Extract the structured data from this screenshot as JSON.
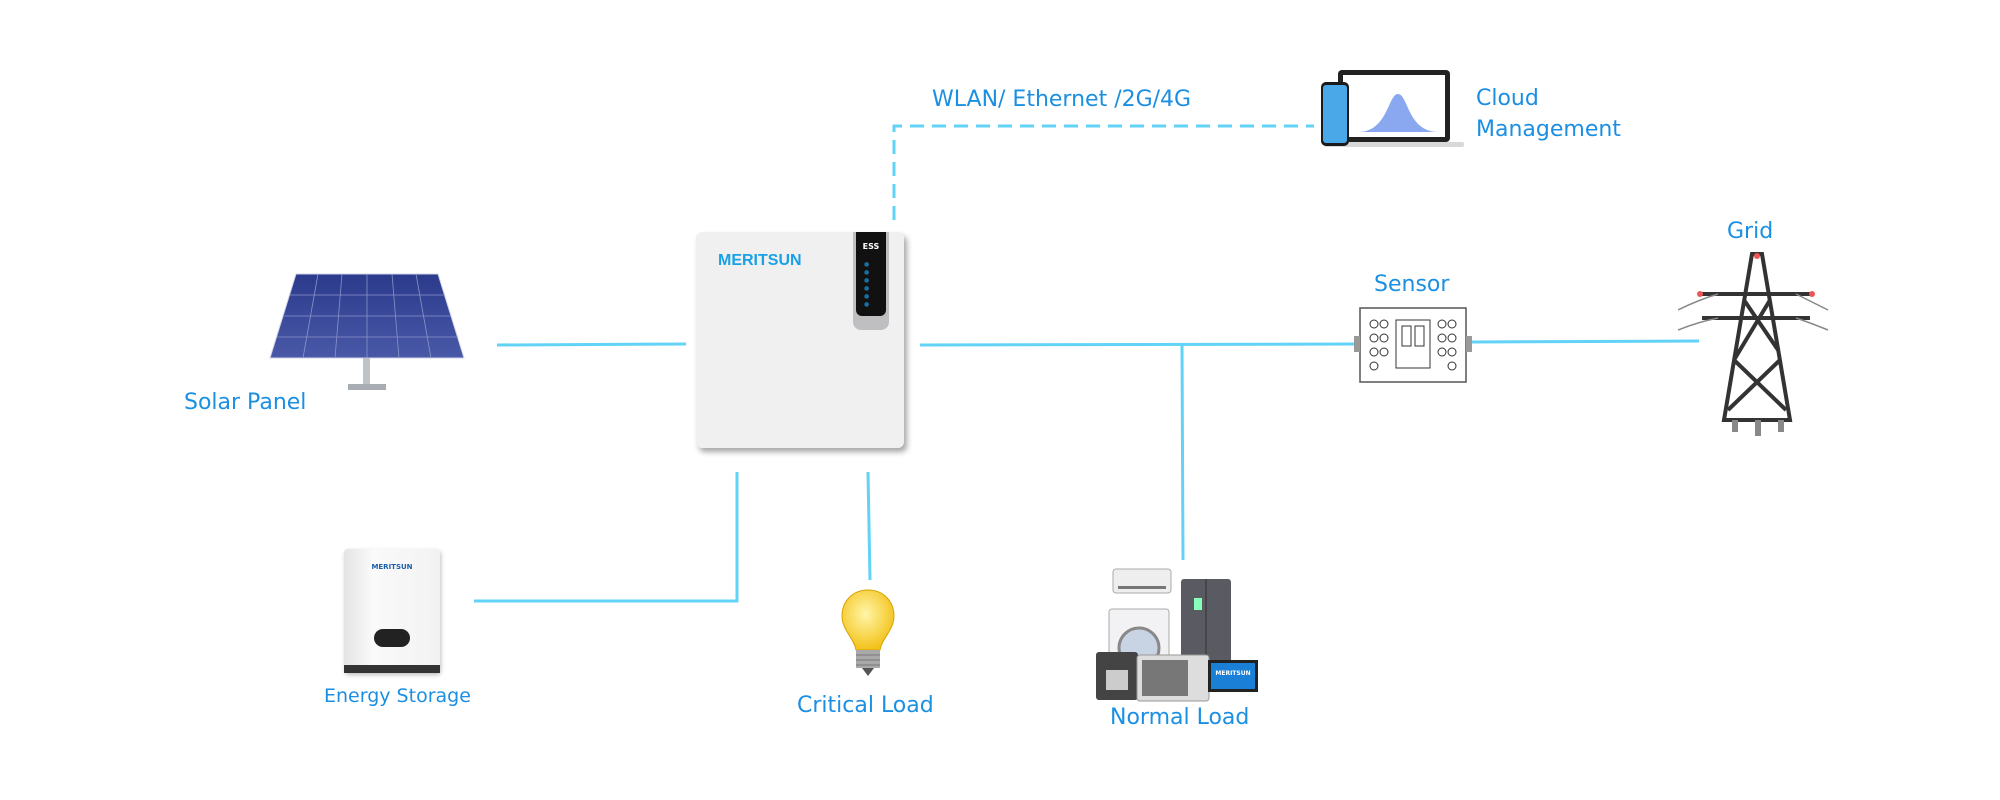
{
  "colors": {
    "line": "#62d3f6",
    "label": "#1b8fe2",
    "brand": "#1aa0e6"
  },
  "labels": {
    "comm": "WLAN/ Ethernet /2G/4G",
    "cloud_line1": "Cloud",
    "cloud_line2": "Management",
    "solar": "Solar Panel",
    "sensor": "Sensor",
    "grid": "Grid",
    "storage": "Energy Storage",
    "critical": "Critical Load",
    "normal": "Normal Load"
  },
  "inverter": {
    "brand": "MERITSUN",
    "panel_label": "ESS"
  },
  "battery": {
    "brand": "MERITSUN"
  },
  "laptop_badge": "MERITSUN"
}
